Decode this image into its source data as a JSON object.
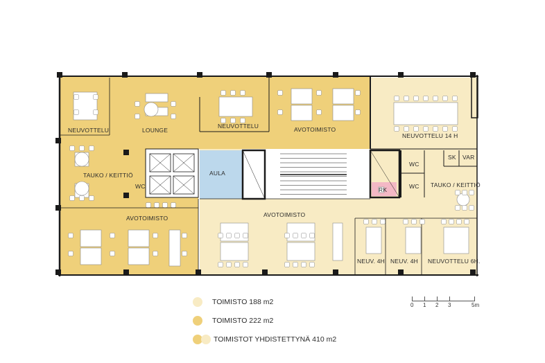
{
  "colors": {
    "office_188": "#f8ebc4",
    "office_222": "#efd07a",
    "lobby": "#bcd8ec",
    "rk": "#f3b8c5",
    "walls": "#1a1a1a",
    "furniture": "#ffffff"
  },
  "rooms": {
    "neuvottelu_left": "NEUVOTTELU",
    "lounge": "LOUNGE",
    "neuvottelu_mid": "NEUVOTTELU",
    "avotoimisto_top": "AVOTOIMISTO",
    "neuvottelu_14h": "NEUVOTTELU 14 H",
    "tauko_left": "TAUKO / KEITTIÖ",
    "wc_left": "WC",
    "aula": "AULA",
    "wc_right_1": "WC",
    "wc_right_2": "WC",
    "sk": "SK",
    "var": "VAR",
    "rk": "RK",
    "tauko_right": "TAUKO / KEITTIÖ",
    "avotoimisto_left": "AVOTOIMISTO",
    "avotoimisto_bottom": "AVOTOIMISTO",
    "neuv_4h_1": "NEUV. 4H",
    "neuv_4h_2": "NEUV. 4H",
    "neuvottelu_6h": "NEUVOTTELU 6H."
  },
  "legend": [
    {
      "label": "TOIMISTO  188 m2",
      "swatch": "office_188"
    },
    {
      "label": "TOIMISTO  222 m2",
      "swatch": "office_222"
    },
    {
      "label": "TOIMISTOT YHDISTETTYNÄ 410 m2",
      "swatch": "combined"
    }
  ],
  "scale": {
    "ticks": [
      "0",
      "1",
      "2",
      "3",
      "5m"
    ]
  }
}
